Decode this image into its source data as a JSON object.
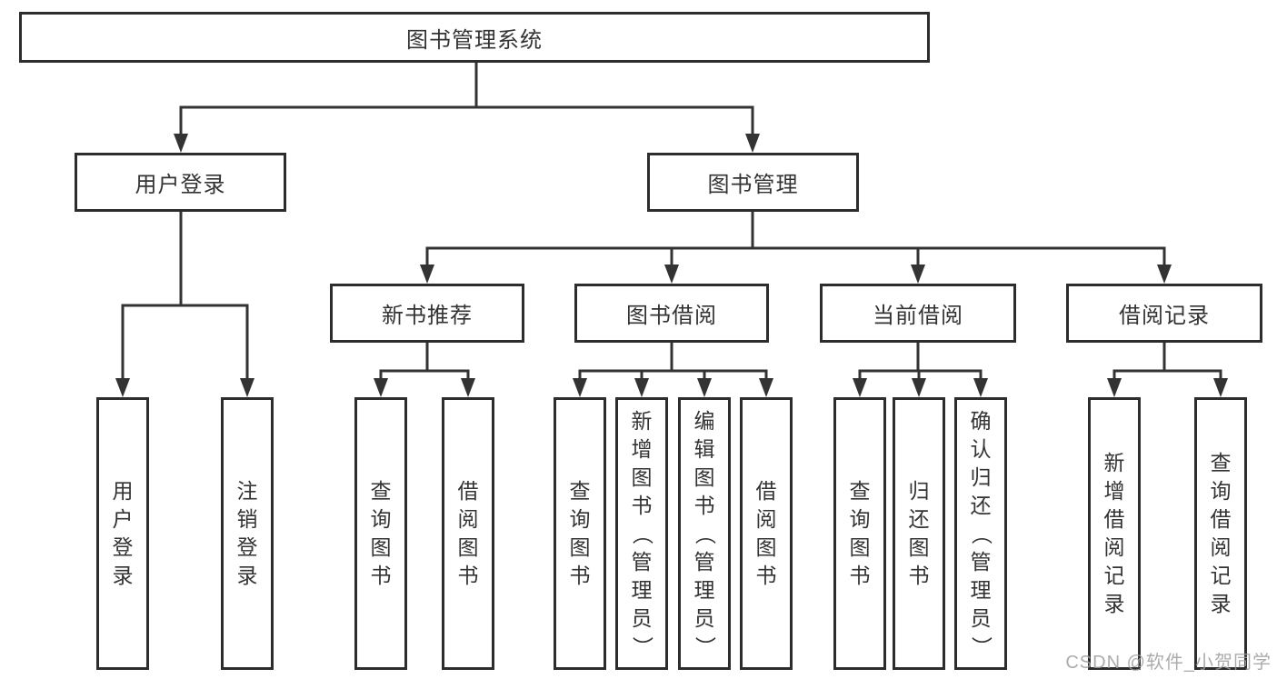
{
  "colors": {
    "line": "#333333",
    "box_border": "#2d2d2d",
    "text": "#333333",
    "watermark": "#9e9e9e",
    "background": "#ffffff"
  },
  "watermark": {
    "text": "CSDN @软件_小贺同学"
  },
  "tree": {
    "root": {
      "label": "图书管理系统",
      "children": [
        {
          "label": "用户登录",
          "children": [
            {
              "label": "用户登录"
            },
            {
              "label": "注销登录"
            }
          ]
        },
        {
          "label": "图书管理",
          "children": [
            {
              "label": "新书推荐",
              "children": [
                {
                  "label": "查询图书"
                },
                {
                  "label": "借阅图书"
                }
              ]
            },
            {
              "label": "图书借阅",
              "children": [
                {
                  "label": "查询图书"
                },
                {
                  "label": "新增图书（管理员）"
                },
                {
                  "label": "编辑图书（管理员）"
                },
                {
                  "label": "借阅图书"
                }
              ]
            },
            {
              "label": "当前借阅",
              "children": [
                {
                  "label": "查询图书"
                },
                {
                  "label": "归还图书"
                },
                {
                  "label": "确认归还（管理员）"
                }
              ]
            },
            {
              "label": "借阅记录",
              "children": [
                {
                  "label": "新增借阅记录"
                },
                {
                  "label": "查询借阅记录"
                }
              ]
            }
          ]
        }
      ]
    }
  }
}
